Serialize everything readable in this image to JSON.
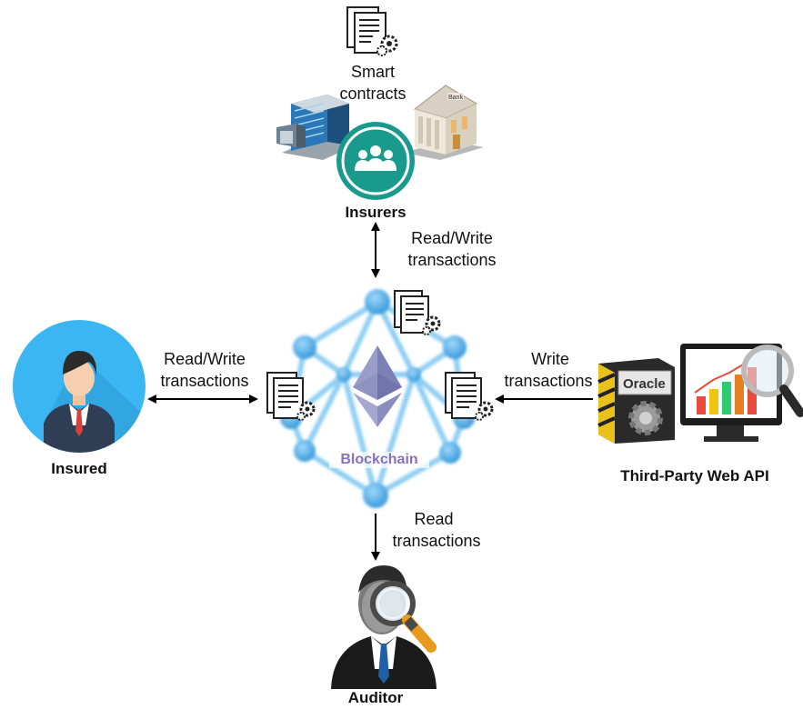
{
  "smart_contracts": {
    "line1": "Smart",
    "line2": "contracts"
  },
  "insurers": {
    "label": "Insurers"
  },
  "insured": {
    "label": "Insured"
  },
  "third_party": {
    "label": "Third-Party Web API",
    "oracle_text": "Oracle",
    "bank_text": "Bank"
  },
  "auditor": {
    "label": "Auditor"
  },
  "blockchain": {
    "label": "Blockchain"
  },
  "edges": {
    "insurers_blockchain": {
      "line1": "Read/Write",
      "line2": "transactions"
    },
    "insured_blockchain": {
      "line1": "Read/Write",
      "line2": "transactions"
    },
    "oracle_blockchain": {
      "line1": "Write",
      "line2": "transactions"
    },
    "blockchain_auditor": {
      "line1": "Read",
      "line2": "transactions"
    }
  },
  "colors": {
    "insurers_teal": "#1a9a8c",
    "insured_blue": "#3bb6f2",
    "node_blue": "#3aa8e6",
    "blockchain_text": "#8a6fbf",
    "arrow": "#000000"
  }
}
